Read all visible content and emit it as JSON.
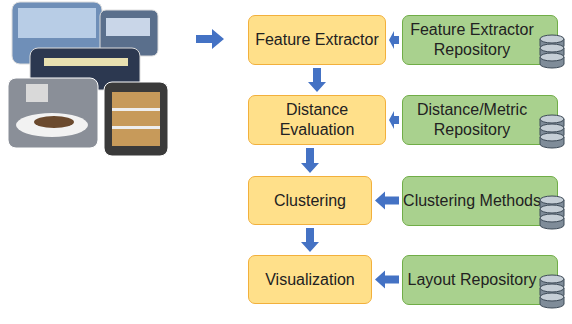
{
  "diagram": {
    "nodes": [
      {
        "text": [
          "Feature Extractor"
        ]
      },
      {
        "text": [
          "Feature Extractor Repository"
        ]
      },
      {
        "text": [
          "Distance Evaluation"
        ]
      },
      {
        "text": [
          "Distance/Metric Repository"
        ]
      },
      {
        "text": [
          "Clustering"
        ]
      },
      {
        "text": [
          "Clustering Methods"
        ]
      },
      {
        "text": [
          "Visualization"
        ]
      },
      {
        "text": [
          "Layout Repository"
        ]
      }
    ],
    "edges": [
      {
        "from": 1,
        "to": 0,
        "arrow": "to"
      },
      {
        "from": 0,
        "to": 2,
        "arrow": "to"
      },
      {
        "from": 3,
        "to": 2,
        "arrow": "to"
      },
      {
        "from": 2,
        "to": 4,
        "arrow": "to"
      },
      {
        "from": 5,
        "to": 4,
        "arrow": "to"
      },
      {
        "from": 4,
        "to": 6,
        "arrow": "to"
      },
      {
        "from": 7,
        "to": 6,
        "arrow": "to"
      }
    ]
  }
}
